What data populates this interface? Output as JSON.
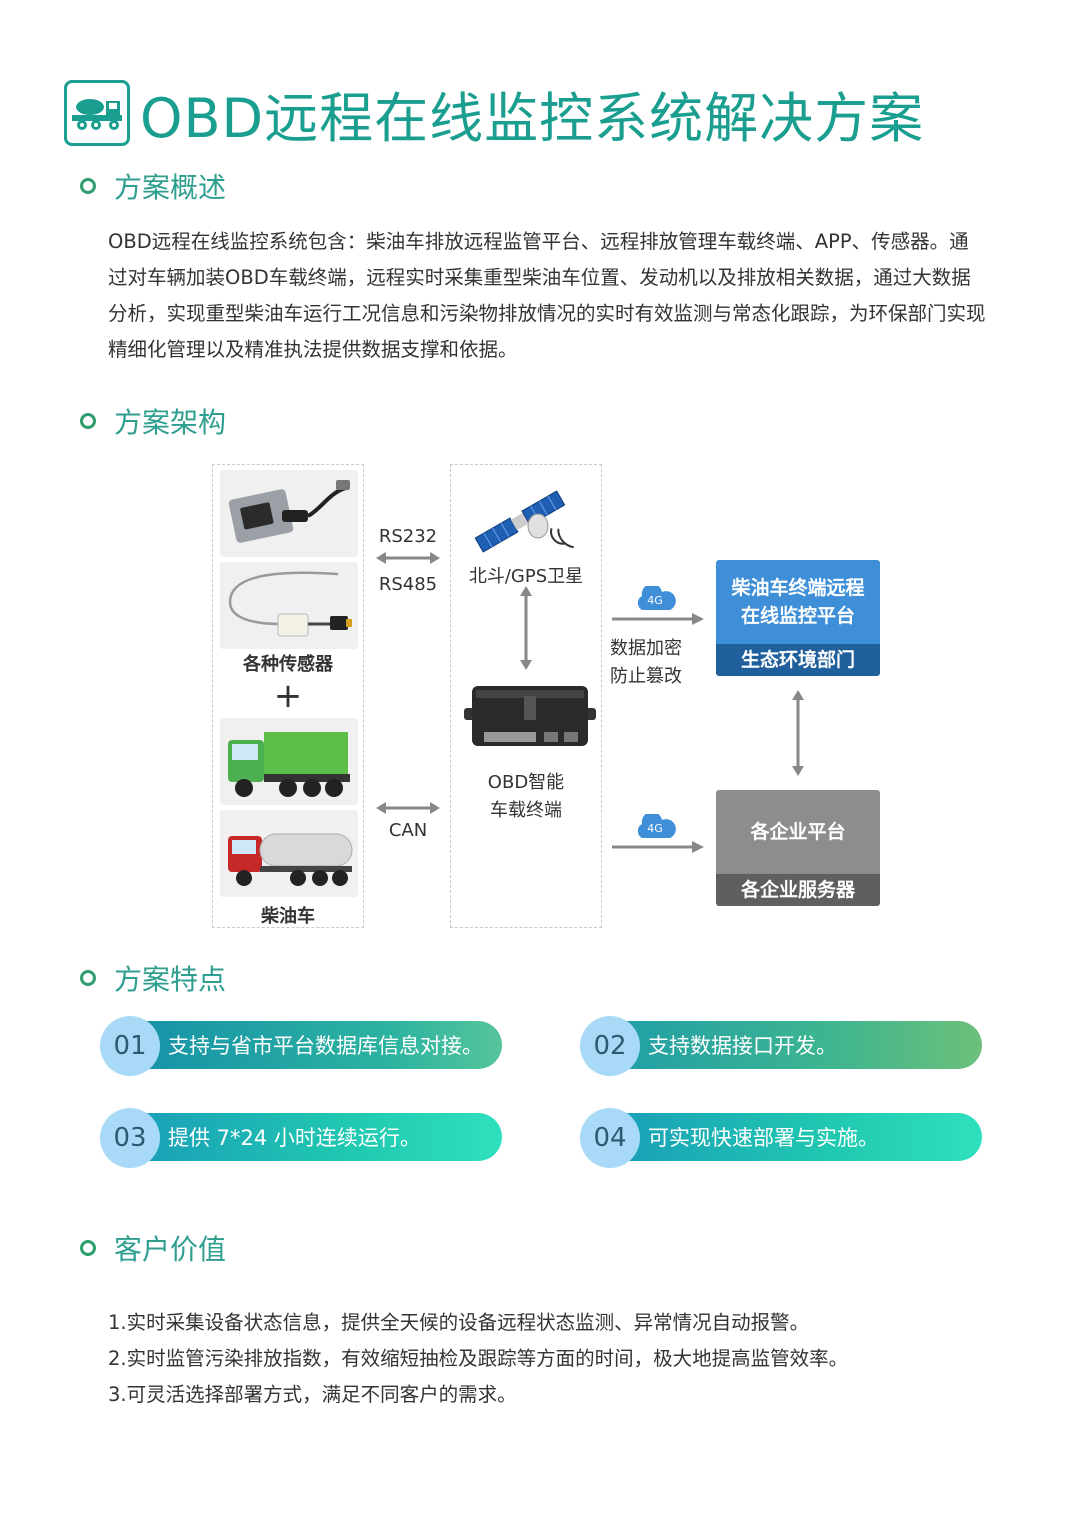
{
  "header": {
    "title": "OBD远程在线监控系统解决方案",
    "icon": "mixer-truck-icon"
  },
  "sections": {
    "overview": "方案概述",
    "architecture": "方案架构",
    "features": "方案特点",
    "value": "客户价值"
  },
  "overview_text": "OBD远程在线监控系统包含：柴油车排放远程监管平台、远程排放管理车载终端、APP、传感器。通过对车辆加装OBD车载终端，远程实时采集重型柴油车位置、发动机以及排放相关数据，通过大数据分析，实现重型柴油车运行工况信息和污染物排放情况的实时有效监测与常态化跟踪，为环保部门实现精细化管理以及精准执法提供数据支撑和依据。",
  "diagram": {
    "sensors_label": "各种传感器",
    "plus": "+",
    "trucks_label": "柴油车",
    "rs232": "RS232",
    "rs485": "RS485",
    "can": "CAN",
    "satellite_label": "北斗/GPS卫星",
    "terminal_label_1": "OBD智能",
    "terminal_label_2": "车载终端",
    "net_4g_top": "4G",
    "net_4g_bottom": "4G",
    "encrypt_1": "数据加密",
    "encrypt_2": "防止篡改",
    "gov_platform_1": "柴油车终端远程",
    "gov_platform_2": "在线监控平台",
    "gov_dept": "生态环境部门",
    "ent_platform": "各企业平台",
    "ent_server": "各企业服务器",
    "colors": {
      "gov_top": "#3f8fd8",
      "gov_bottom": "#1f5f9c",
      "ent_top": "#8d8d8d",
      "ent_bottom": "#5f5f5f"
    }
  },
  "features": [
    {
      "num": "01",
      "text": "支持与省市平台数据库信息对接。"
    },
    {
      "num": "02",
      "text": "支持数据接口开发。"
    },
    {
      "num": "03",
      "text": "提供 7*24 小时连续运行。"
    },
    {
      "num": "04",
      "text": "可实现快速部署与实施。"
    }
  ],
  "values": [
    "1.实时采集设备状态信息，提供全天候的设备远程状态监测、异常情况自动报警。",
    "2.实时监管污染排放指数，有效缩短抽检及跟踪等方面的时间，极大地提高监管效率。",
    "3.可灵活选择部署方式，满足不同客户的需求。"
  ]
}
